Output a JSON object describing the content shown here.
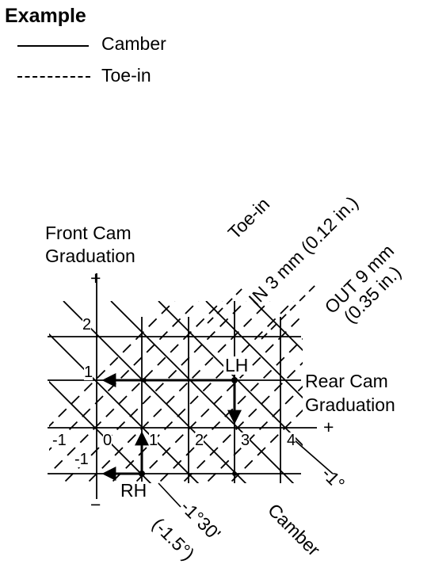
{
  "title": "Example",
  "legend": [
    {
      "label": "Camber",
      "style": "solid"
    },
    {
      "label": "Toe-in",
      "style": "dashed"
    }
  ],
  "labels": {
    "toe_in": "Toe-in",
    "front_cam": [
      "Front Cam",
      "Graduation"
    ],
    "rear_cam": [
      "Rear Cam",
      "Graduation"
    ],
    "in_value": "IN 3 mm (0.12 in.)",
    "out_value_1": "OUT 9 mm",
    "out_value_2": "(0.35 in.)",
    "lh": "LH",
    "rh": "RH",
    "camber": "Camber",
    "camber_neg1": "-1°",
    "camber_neg130": "-1°30'",
    "camber_neg15": "(-1.5°)",
    "plus_v": "+",
    "minus_v": "−",
    "plus_h": "+"
  },
  "axis": {
    "horizontal_ticks": [
      "-1",
      "0",
      "1",
      "2",
      "3",
      "4"
    ],
    "vertical_ticks": [
      "2",
      "1",
      "-1"
    ]
  }
}
